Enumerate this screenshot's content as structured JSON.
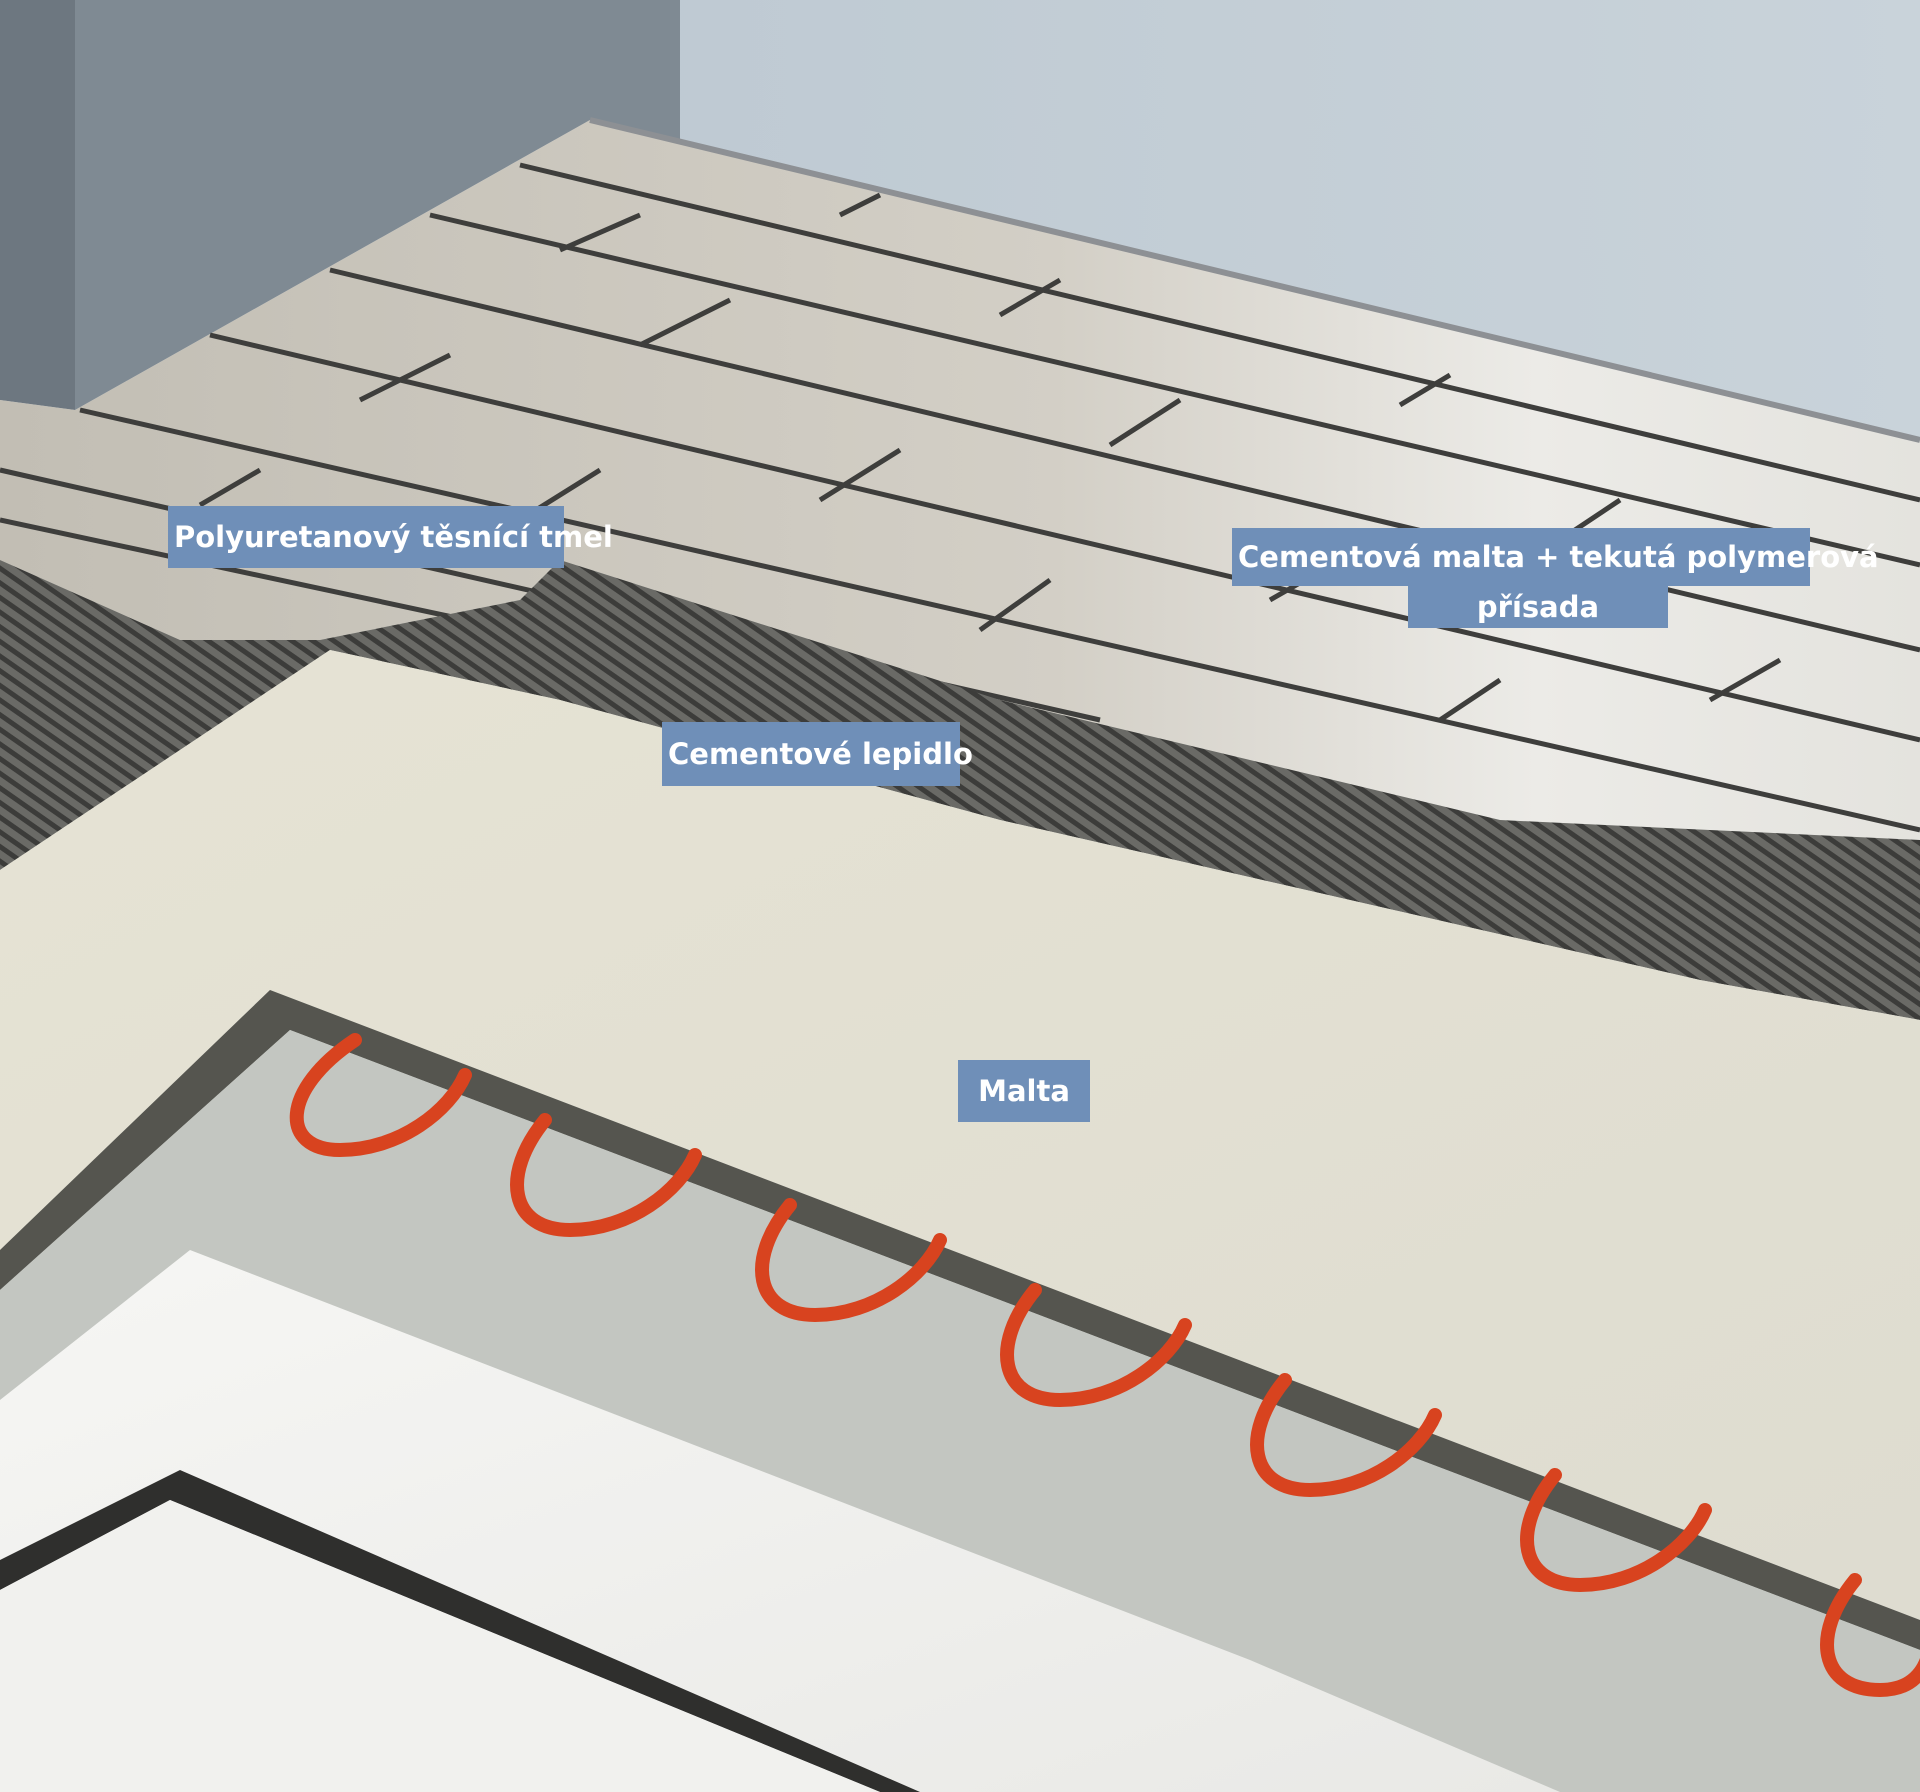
{
  "labels": {
    "sealant": "Polyuretanový těsnící tmel",
    "adhesive": "Cementové lepidlo",
    "polymer_line1": "Cementová malta + tekutá polymerová",
    "polymer_line2": "přísada",
    "mortar": "Malta"
  },
  "colors": {
    "label_bg": "#6f8fb8",
    "label_text": "#ffffff",
    "wall": "#c6d0d8",
    "tile": "#cfcac0",
    "tile_light": "#e9e8e3",
    "grout": "#3e3e3c",
    "adhesive": "#5e5e5a",
    "screed": "#e4e1d2",
    "cable": "#d8431f",
    "concrete": "#bfc2bd",
    "insulation": "#f1f1ef"
  },
  "diagram": {
    "heating_cable_loops": 7
  }
}
